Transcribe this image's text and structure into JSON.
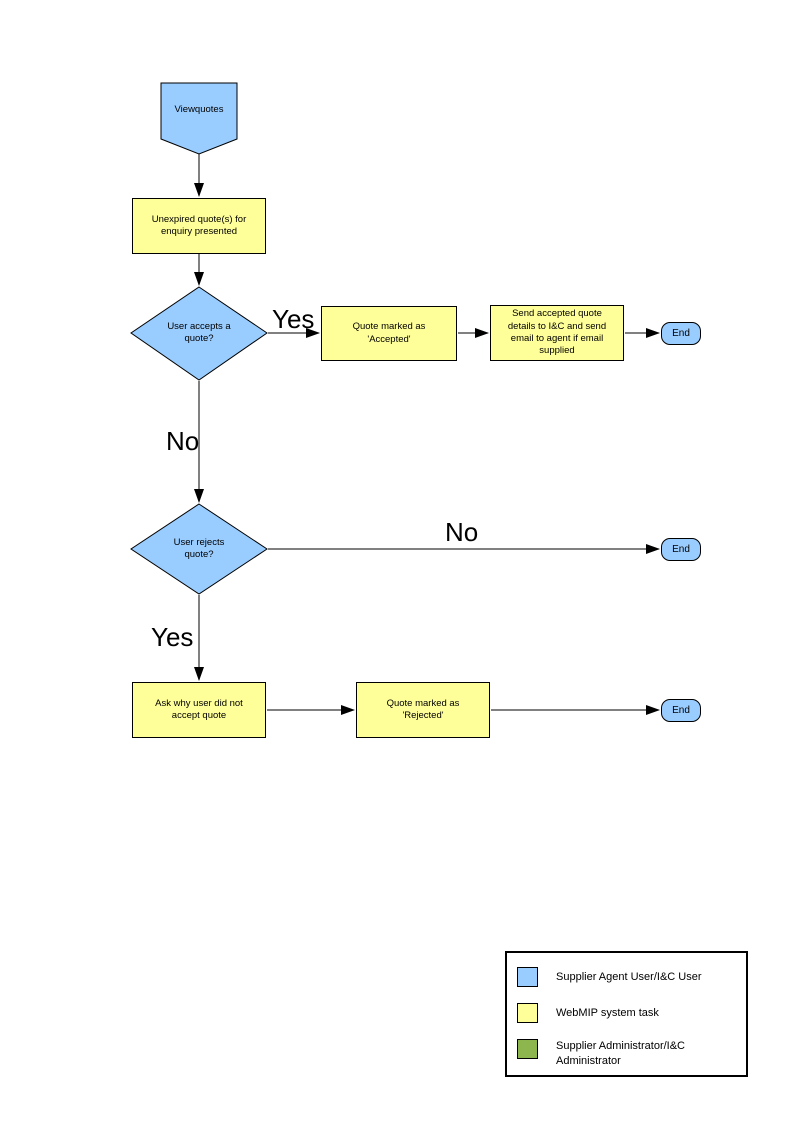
{
  "colors": {
    "actor_blue": "#99CCFF",
    "task_yellow": "#FFFF99",
    "admin_green": "#8DB74E",
    "line": "#000000"
  },
  "nodes": {
    "start": {
      "label": "Viewquotes"
    },
    "present": {
      "label": "Unexpired quote(s) for enquiry presented"
    },
    "accept_decision": {
      "label": "User accepts a quote?"
    },
    "marked_accepted": {
      "label": "Quote  marked as 'Accepted'"
    },
    "send_details": {
      "label": "Send accepted quote details to I&C and send email to agent if email supplied"
    },
    "end_accept": {
      "label": "End"
    },
    "reject_decision": {
      "label": "User rejects quote?"
    },
    "end_no_reject": {
      "label": "End"
    },
    "ask_why": {
      "label": "Ask why user did not accept quote"
    },
    "marked_rejected": {
      "label": "Quote  marked as 'Rejected'"
    },
    "end_reject": {
      "label": "End"
    }
  },
  "edge_labels": {
    "accept_yes": "Yes",
    "accept_no": "No",
    "reject_no": "No",
    "reject_yes": "Yes"
  },
  "legend": {
    "items": [
      {
        "label": "Supplier Agent User/I&C User",
        "color": "#99CCFF"
      },
      {
        "label": "WebMIP system task",
        "color": "#FFFF99"
      },
      {
        "label": "Supplier Administrator/I&C Administrator",
        "color": "#8DB74E"
      }
    ]
  }
}
